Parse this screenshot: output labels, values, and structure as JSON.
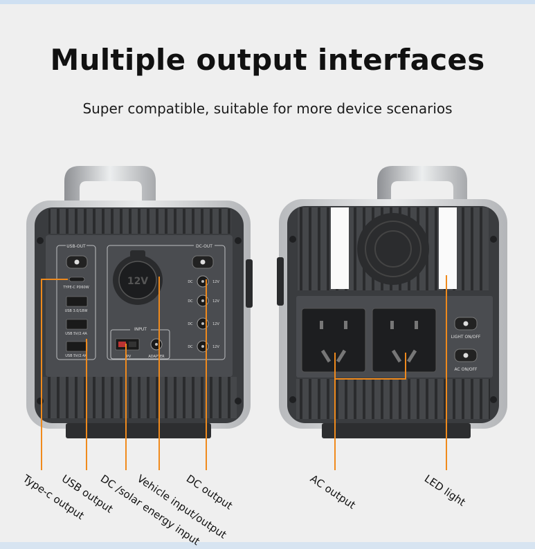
{
  "header": {
    "title": "Multiple output interfaces",
    "subtitle": "Super compatible, suitable for more device scenarios"
  },
  "left_panel": {
    "usb_out": "USB-OUT",
    "dc_out": "DC-OUT",
    "type_c": "TYPE-C PD60W",
    "usb1": "USB 3.0/18W",
    "usb2": "USB 5V/2.4A",
    "usb3": "USB 5V/2.4A",
    "input": "INPUT",
    "adapter": "ADAPTER",
    "dc_label": "DC",
    "v12": "12V",
    "cig": "12V",
    "pv": "PV"
  },
  "right_panel": {
    "light_switch": "LIGHT ON/OFF",
    "ac_switch": "AC ON/OFF"
  },
  "callouts": {
    "type_c": "Type-c output",
    "usb": "USB output",
    "dc_solar": "DC /solar energy input",
    "vehicle": "Vehicle input/output",
    "dc_output": "DC output",
    "ac_output": "AC output",
    "led_light": "LED light"
  },
  "colors": {
    "callout_line": "#f08a1c",
    "body": "#3d3f42",
    "frame": "#c9cbcd"
  }
}
